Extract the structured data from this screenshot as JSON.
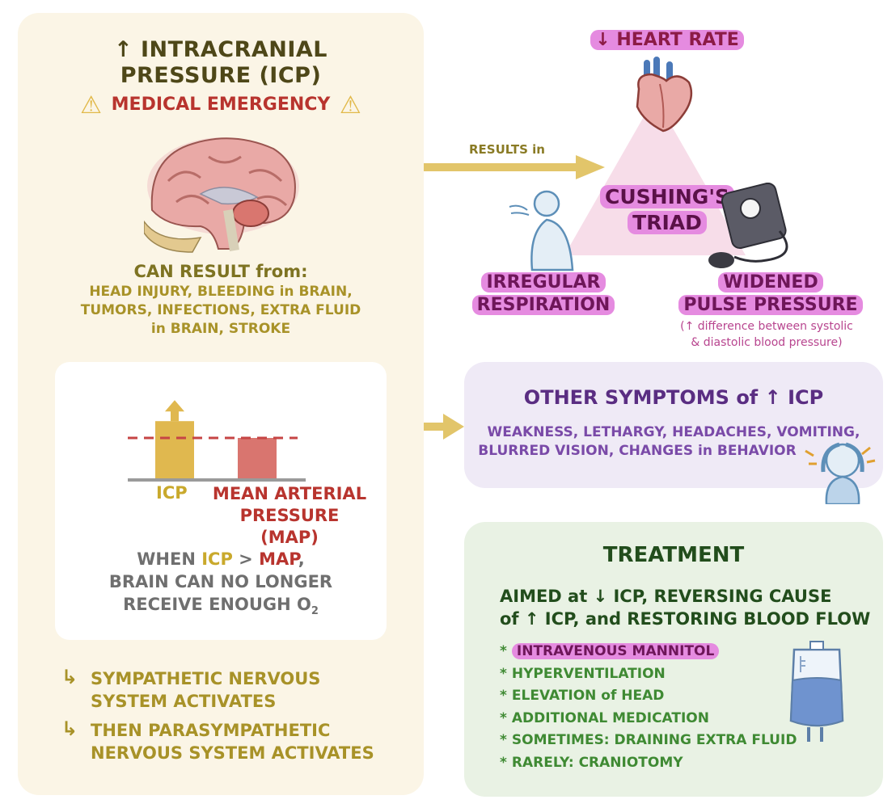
{
  "left": {
    "title_arrow": "↑",
    "title_line1": "INTRACRANIAL",
    "title_line2": "PRESSURE (ICP)",
    "warning_icon": "⚠",
    "emergency": "MEDICAL EMERGENCY",
    "causes_heading": "CAN RESULT from:",
    "causes_line1": "HEAD INJURY, BLEEDING in BRAIN,",
    "causes_line2": "TUMORS, INFECTIONS, EXTRA FLUID",
    "causes_line3": "in BRAIN, STROKE",
    "hook_icon": "↳",
    "sequence": [
      {
        "line1": "SYMPATHETIC NERVOUS",
        "line2": "SYSTEM ACTIVATES"
      },
      {
        "line1": "THEN PARASYMPATHETIC",
        "line2": "NERVOUS SYSTEM ACTIVATES"
      }
    ]
  },
  "chart_data": {
    "type": "bar",
    "categories": [
      "ICP",
      "MEAN ARTERIAL PRESSURE (MAP)"
    ],
    "label_icp": "ICP",
    "label_map_line1": "MEAN ARTERIAL",
    "label_map_line2": "PRESSURE (MAP)",
    "values": [
      1.4,
      1.0
    ],
    "reference_line": 1.0,
    "icp_trend": "increasing",
    "colors": {
      "icp": "#e0b84f",
      "map": "#d9756f",
      "reference": "#c64545",
      "baseline": "#9a9a9a"
    }
  },
  "chart_caption": {
    "when": "WHEN",
    "icp": "ICP",
    "gt": ">",
    "map": "MAP",
    "comma": ",",
    "line2": "BRAIN CAN NO LONGER",
    "line3": "RECEIVE ENOUGH O",
    "subscript": "2"
  },
  "triad": {
    "results_in": "RESULTS in",
    "name_line1": "CUSHING'S",
    "name_line2": "TRIAD",
    "heart_rate_arrow": "↓",
    "heart_rate": "HEART RATE",
    "respiration_line1": "IRREGULAR",
    "respiration_line2": "RESPIRATION",
    "pulse_line1": "WIDENED",
    "pulse_line2": "PULSE PRESSURE",
    "pulse_note_line1": "(↑ difference between systolic",
    "pulse_note_line2": "& diastolic blood pressure)"
  },
  "symptoms": {
    "title": "OTHER SYMPTOMS of ↑ ICP",
    "line1": "WEAKNESS, LETHARGY, HEADACHES, VOMITING,",
    "line2": "BLURRED VISION, CHANGES in BEHAVIOR"
  },
  "treatment": {
    "title": "TREATMENT",
    "aim_line1": "AIMED at ↓ ICP, REVERSING CAUSE",
    "aim_line2": "of ↑ ICP, and RESTORING BLOOD FLOW",
    "bullet": "*",
    "items": [
      "INTRAVENOUS MANNITOL",
      "HYPERVENTILATION",
      "ELEVATION of HEAD",
      "ADDITIONAL MEDICATION",
      "SOMETIMES: DRAINING EXTRA FLUID",
      "RARELY: CRANIOTOMY"
    ]
  },
  "colors": {
    "left_panel": "#fbf5e6",
    "symptoms_panel": "#efeaf6",
    "treatment_panel": "#e9f2e4",
    "highlight_pill": "#e58be0",
    "arrow": "#e2c56a"
  }
}
